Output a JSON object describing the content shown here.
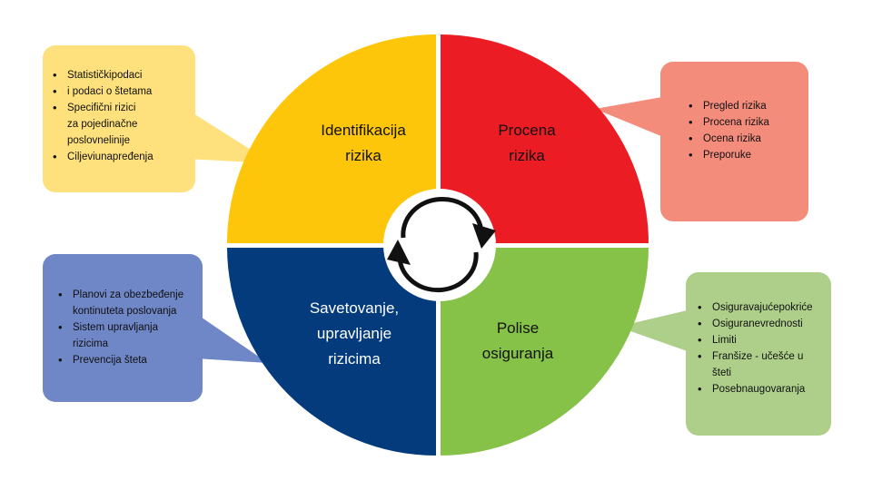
{
  "quadrants": {
    "identification": {
      "line1": "Identifikacija",
      "line2": "rizika",
      "color": "#FDC60A"
    },
    "assessment": {
      "line1": "Procena",
      "line2": "rizika",
      "color": "#EC1C24"
    },
    "advisory": {
      "line1": "Savetovanje,",
      "line2": "upravljanje",
      "line3": "rizicima",
      "color": "#033B7C"
    },
    "policies": {
      "line1": "Polise",
      "line2": "osiguranja",
      "color": "#86C148"
    }
  },
  "callouts": {
    "identification": {
      "color": "#FEE07C",
      "items": [
        "Statističkipodaci",
        "i podaci o štetama",
        "Specifični rizici",
        "za  pojedinačne",
        "poslovnelinije",
        "Ciljeviunapređenja"
      ]
    },
    "assessment": {
      "color": "#F48C7C",
      "items": [
        "Pregled rizika",
        "Procena rizika",
        "Ocena rizika",
        "Preporuke"
      ]
    },
    "advisory": {
      "color": "#6F86C7",
      "items": [
        "Planovi za obezbeđenje",
        "kontinuteta poslovanja",
        "Sistem upravljanja",
        "rizicima",
        "Prevencija šteta"
      ]
    },
    "policies": {
      "color": "#AECF8A",
      "items": [
        "Osiguravajućepokriće",
        "Osiguranevrednosti",
        "Limiti",
        "Franšize - učešće u",
        "šteti",
        "Posebnaugovaranja"
      ]
    }
  },
  "center_icon": "cycle-arrows-icon"
}
